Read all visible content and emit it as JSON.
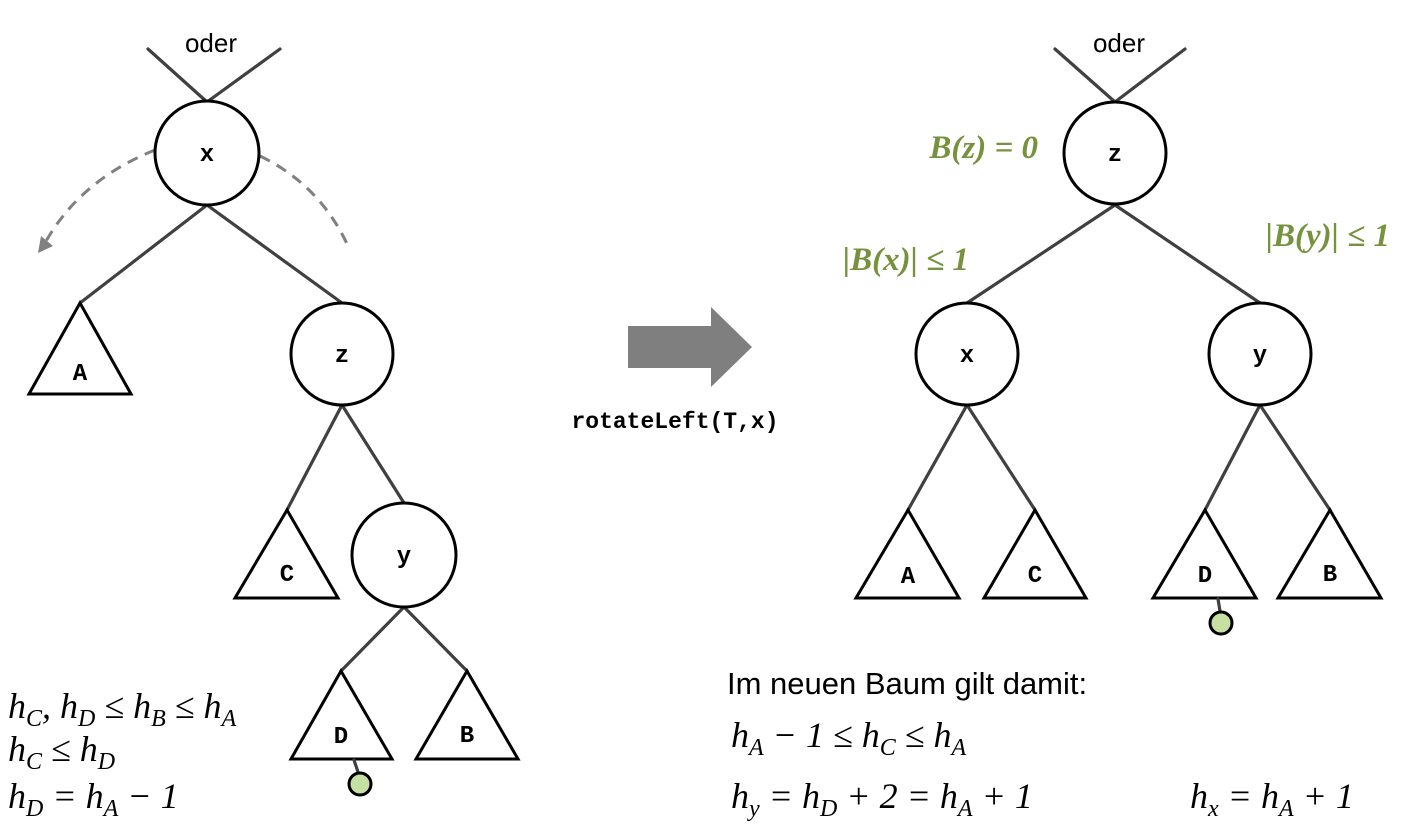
{
  "left_tree": {
    "parent_label": "oder",
    "nodes": {
      "x": "x",
      "z": "z",
      "y": "y"
    },
    "subtrees": {
      "A": "A",
      "C": "C",
      "D": "D",
      "B": "B"
    },
    "height_conditions": [
      "h_C, h_D ≤ h_B ≤ h_A",
      "h_C ≤ h_D",
      "h_D = h_A − 1"
    ]
  },
  "operation": {
    "label": "rotateLeft(T,x)",
    "arrow_color": "#7f7f7f"
  },
  "right_tree": {
    "parent_label": "oder",
    "nodes": {
      "z": "z",
      "x": "x",
      "y": "y"
    },
    "subtrees": {
      "A": "A",
      "C": "C",
      "D": "D",
      "B": "B"
    },
    "balance_annotations": {
      "z": "B(z) = 0",
      "x": "|B(x)| ≤ 1",
      "y": "|B(y)| ≤ 1"
    },
    "conclusion_title": "Im neuen Baum gilt damit:",
    "conclusions": {
      "line1": "h_A − 1 ≤ h_C ≤ h_A",
      "line2a": "h_y = h_D + 2 = h_A + 1",
      "line2b": "h_x = h_A + 1"
    }
  },
  "colors": {
    "annotation_green": "#76923c",
    "leaf_marker": "#c6e0a4",
    "edge": "#404040"
  }
}
